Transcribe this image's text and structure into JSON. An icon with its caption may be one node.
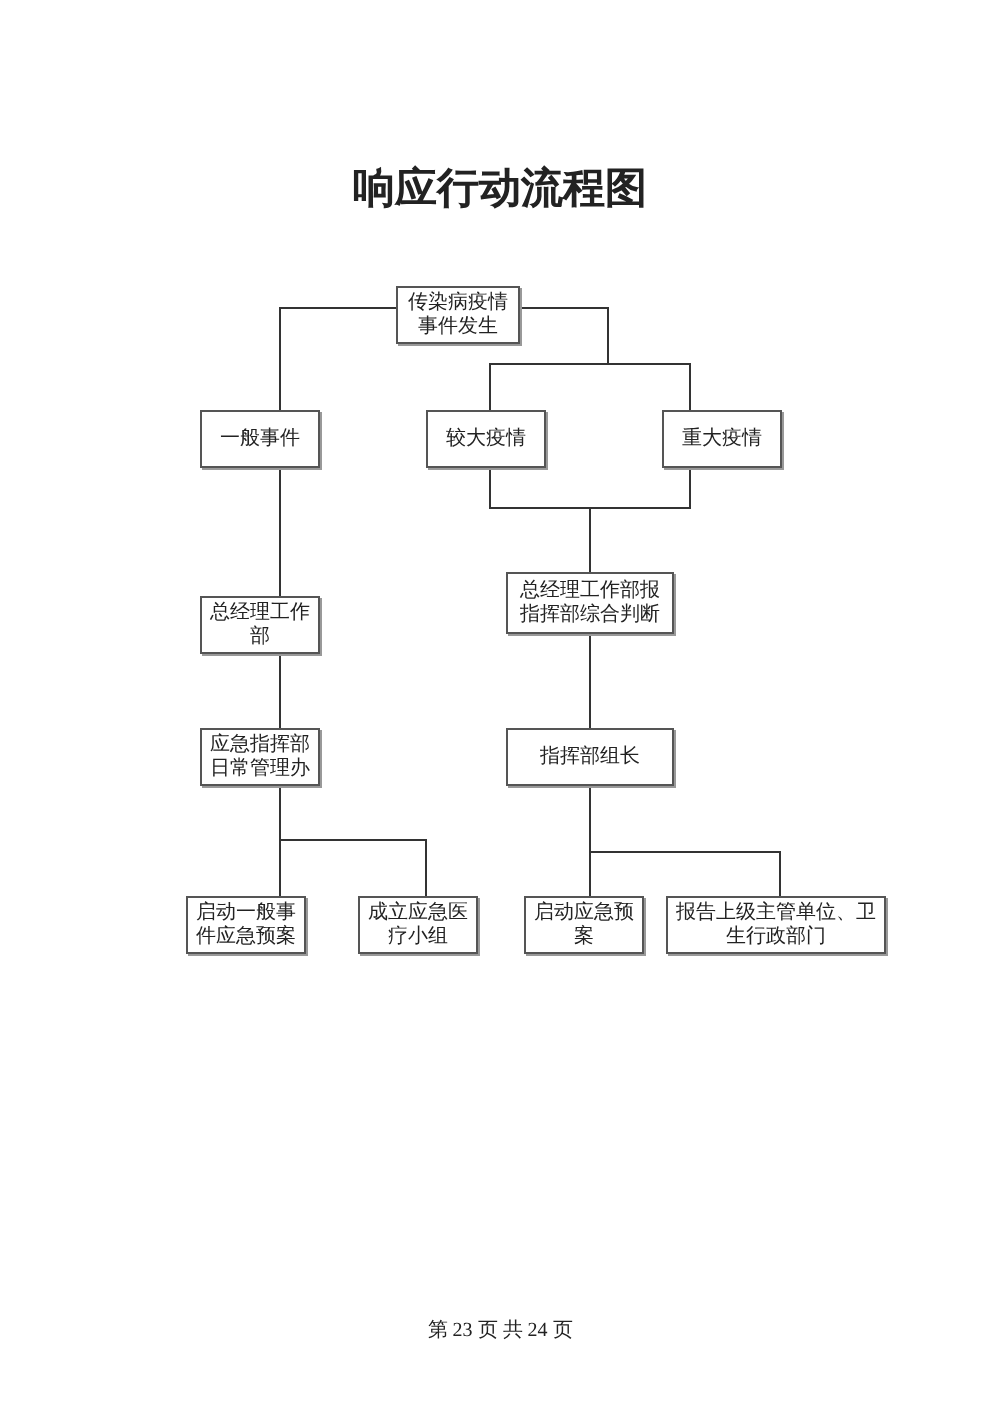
{
  "diagram": {
    "title": "响应行动流程图",
    "nodes": [
      {
        "text": [
          "传染病疫情事件发生"
        ]
      },
      {
        "text": [
          "一般事件"
        ]
      },
      {
        "text": [
          "较大疫情"
        ]
      },
      {
        "text": [
          "重大疫情"
        ]
      },
      {
        "text": [
          "总经理工作部"
        ]
      },
      {
        "text": [
          "总经理工作部报指挥部综合判断"
        ]
      },
      {
        "text": [
          "应急指挥部日常管理办"
        ]
      },
      {
        "text": [
          "指挥部组长"
        ]
      },
      {
        "text": [
          "启动一般事件应急预案"
        ]
      },
      {
        "text": [
          "成立应急医疗小组"
        ]
      },
      {
        "text": [
          "启动应急预案"
        ]
      },
      {
        "text": [
          "报告上级主管单位、卫生行政部门"
        ]
      }
    ],
    "edges": [
      {
        "from": 0,
        "to": 1,
        "arrow": "none"
      },
      {
        "from": 0,
        "to": 2,
        "arrow": "none"
      },
      {
        "from": 0,
        "to": 3,
        "arrow": "none"
      },
      {
        "from": 1,
        "to": 4,
        "arrow": "none"
      },
      {
        "from": 2,
        "to": 5,
        "arrow": "none"
      },
      {
        "from": 3,
        "to": 5,
        "arrow": "none"
      },
      {
        "from": 4,
        "to": 6,
        "arrow": "none"
      },
      {
        "from": 5,
        "to": 7,
        "arrow": "none"
      },
      {
        "from": 6,
        "to": 8,
        "arrow": "none"
      },
      {
        "from": 6,
        "to": 9,
        "arrow": "none"
      },
      {
        "from": 7,
        "to": 10,
        "arrow": "none"
      },
      {
        "from": 7,
        "to": 11,
        "arrow": "none"
      }
    ],
    "labels": [
      "第 23 页 共 24 页"
    ]
  }
}
